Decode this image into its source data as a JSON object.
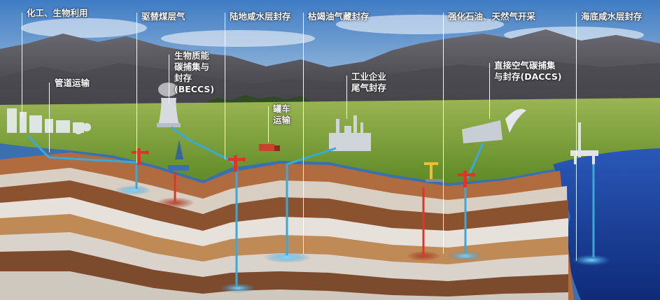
{
  "labels": {
    "chemical_bio": "化工、生物利用",
    "pipeline": "管道运输",
    "coalbed": "驱替煤层气",
    "beccs_line1": "生物质能",
    "beccs_line2": "碳捕集与",
    "beccs_line3": "封存",
    "beccs_line4": "(BECCS)",
    "tanker_line1": "罐车",
    "tanker_line2": "运输",
    "onshore_saline": "陆地咸水层封存",
    "depleted_oil_gas": "枯竭油气藏封存",
    "industrial_line1": "工业企业",
    "industrial_line2": "尾气封存",
    "eor_egr": "强化石油、天然气开采",
    "daccs_line1": "直接空气碳捕集",
    "daccs_line2": "与封存(DACCS)",
    "offshore_saline": "海底咸水层封存"
  },
  "colors": {
    "sky": "#3f7cc4",
    "mountain": "#5b5a63",
    "grass": "#7fa03a",
    "sea": "#1d3f9a",
    "pipe": "#3aa9d8",
    "wellhead": "#d8382a"
  }
}
